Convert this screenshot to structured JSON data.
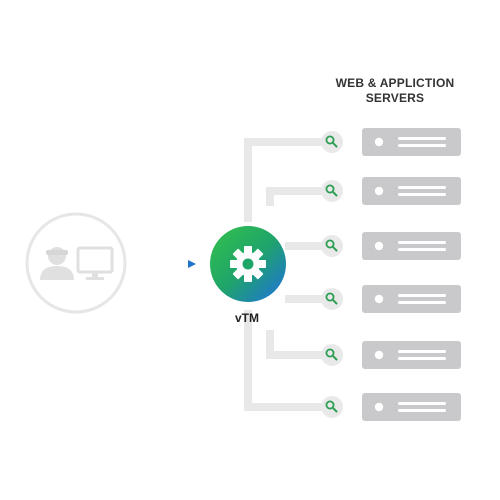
{
  "header": {
    "line1": "WEB & APPLICTION",
    "line2": "SERVERS"
  },
  "hub": {
    "label": "vTM",
    "icon": "gear-icon",
    "gradient_start": "#2db84a",
    "gradient_end": "#1f6fe0"
  },
  "client": {
    "icons": [
      "user-icon",
      "monitor-icon"
    ]
  },
  "servers": {
    "count": 6,
    "icon": "server-icon",
    "probe_icon": "magnifier-icon"
  },
  "colors": {
    "connector": "#e8e8e8",
    "server": "#c9c9cb",
    "client_outline": "#e6e6e6",
    "client_icon": "#e0e0e0",
    "probe": "#2e9e55",
    "arrow": "#1f73c9"
  }
}
